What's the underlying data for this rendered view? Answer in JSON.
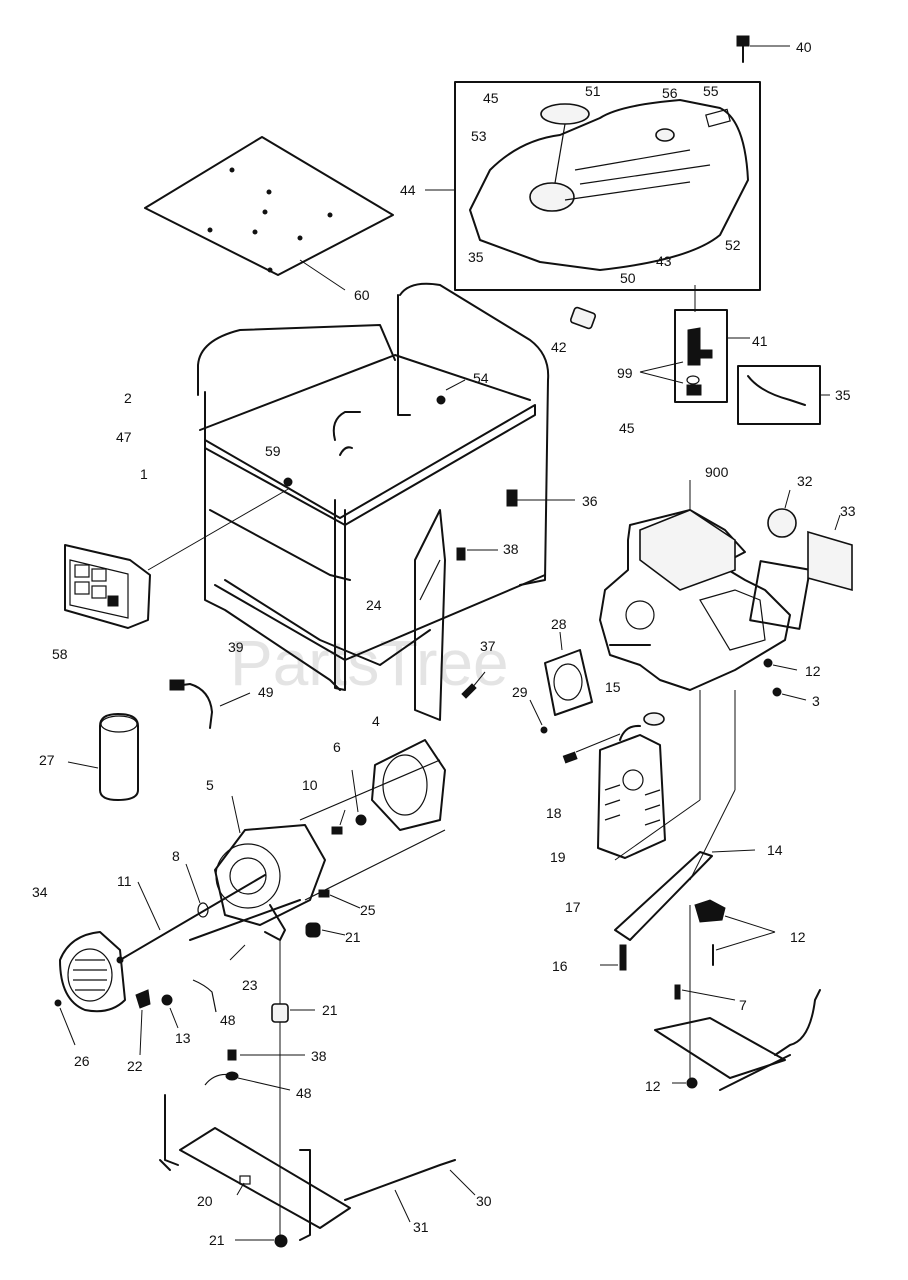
{
  "watermark": "PartsTree",
  "labels": {
    "l40": "40",
    "l45a": "45",
    "l51": "51",
    "l56": "56",
    "l55": "55",
    "l53": "53",
    "l44": "44",
    "l35a": "35",
    "l50": "50",
    "l43": "43",
    "l52": "52",
    "l60": "60",
    "l42": "42",
    "l41": "41",
    "l99": "99",
    "l35b": "35",
    "l2": "2",
    "l54": "54",
    "l47": "47",
    "l45b": "45",
    "l59": "59",
    "l1": "1",
    "l36": "36",
    "l900": "900",
    "l32": "32",
    "l33": "33",
    "l38a": "38",
    "l58": "58",
    "l39": "39",
    "l24": "24",
    "l28": "28",
    "l37": "37",
    "l12a": "12",
    "l29": "29",
    "l15": "15",
    "l3": "3",
    "l49": "49",
    "l4": "4",
    "l27": "27",
    "l6": "6",
    "l10": "10",
    "l5": "5",
    "l18": "18",
    "l19": "19",
    "l14": "14",
    "l8": "8",
    "l11": "11",
    "l34": "34",
    "l25": "25",
    "l17": "17",
    "l21a": "21",
    "l12b": "12",
    "l23": "23",
    "l16": "16",
    "l48a": "48",
    "l7": "7",
    "l13": "13",
    "l22": "22",
    "l26": "26",
    "l21b": "21",
    "l38b": "38",
    "l12c": "12",
    "l48b": "48",
    "l20": "20",
    "l30": "30",
    "l31": "31",
    "l21c": "21"
  }
}
